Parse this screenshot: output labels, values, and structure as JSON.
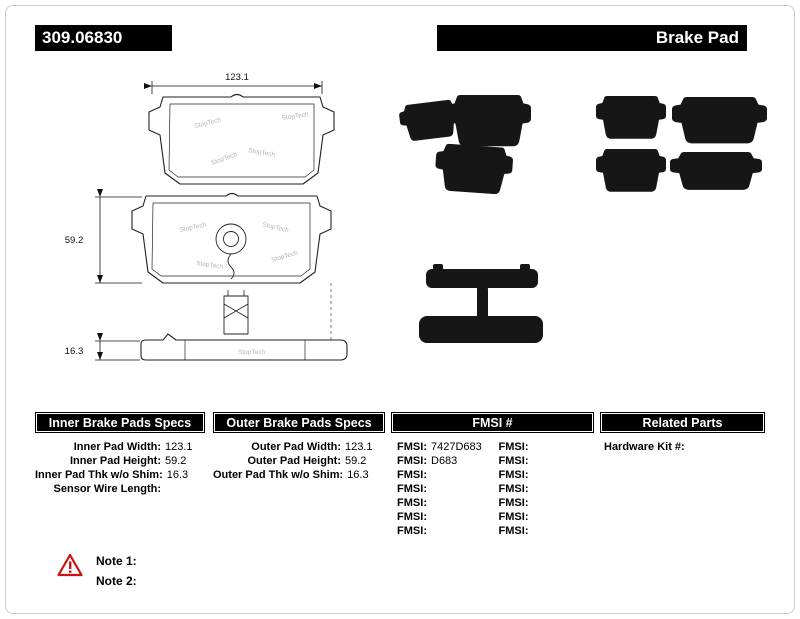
{
  "header": {
    "part_number": "309.06830",
    "product_name": "Brake Pad"
  },
  "diagram": {
    "width_dim": "123.1",
    "height_dim": "59.2",
    "thickness_dim": "16.3",
    "watermark": "StopTech"
  },
  "tables": {
    "inner": {
      "title": "Inner Brake Pads Specs",
      "rows": [
        {
          "label": "Inner Pad Width:",
          "value": "123.1"
        },
        {
          "label": "Inner Pad Height:",
          "value": "59.2"
        },
        {
          "label": "Inner Pad Thk w/o Shim:",
          "value": "16.3"
        },
        {
          "label": "Sensor Wire Length:",
          "value": ""
        }
      ]
    },
    "outer": {
      "title": "Outer Brake Pads Specs",
      "rows": [
        {
          "label": "Outer Pad Width:",
          "value": "123.1"
        },
        {
          "label": "Outer Pad Height:",
          "value": "59.2"
        },
        {
          "label": "Outer Pad Thk w/o Shim:",
          "value": "16.3"
        }
      ]
    },
    "fmsi": {
      "title": "FMSI #",
      "left_rows": [
        {
          "label": "FMSI:",
          "value": "7427D683"
        },
        {
          "label": "FMSI:",
          "value": "D683"
        },
        {
          "label": "FMSI:",
          "value": ""
        },
        {
          "label": "FMSI:",
          "value": ""
        },
        {
          "label": "FMSI:",
          "value": ""
        },
        {
          "label": "FMSI:",
          "value": ""
        },
        {
          "label": "FMSI:",
          "value": ""
        }
      ],
      "right_rows": [
        {
          "label": "FMSI:",
          "value": ""
        },
        {
          "label": "FMSI:",
          "value": ""
        },
        {
          "label": "FMSI:",
          "value": ""
        },
        {
          "label": "FMSI:",
          "value": ""
        },
        {
          "label": "FMSI:",
          "value": ""
        },
        {
          "label": "FMSI:",
          "value": ""
        },
        {
          "label": "FMSI:",
          "value": ""
        }
      ]
    },
    "related": {
      "title": "Related Parts",
      "rows": [
        {
          "label": "Hardware Kit #:",
          "value": ""
        }
      ]
    }
  },
  "notes": {
    "note1": "Note 1:",
    "note2": "Note 2:"
  }
}
